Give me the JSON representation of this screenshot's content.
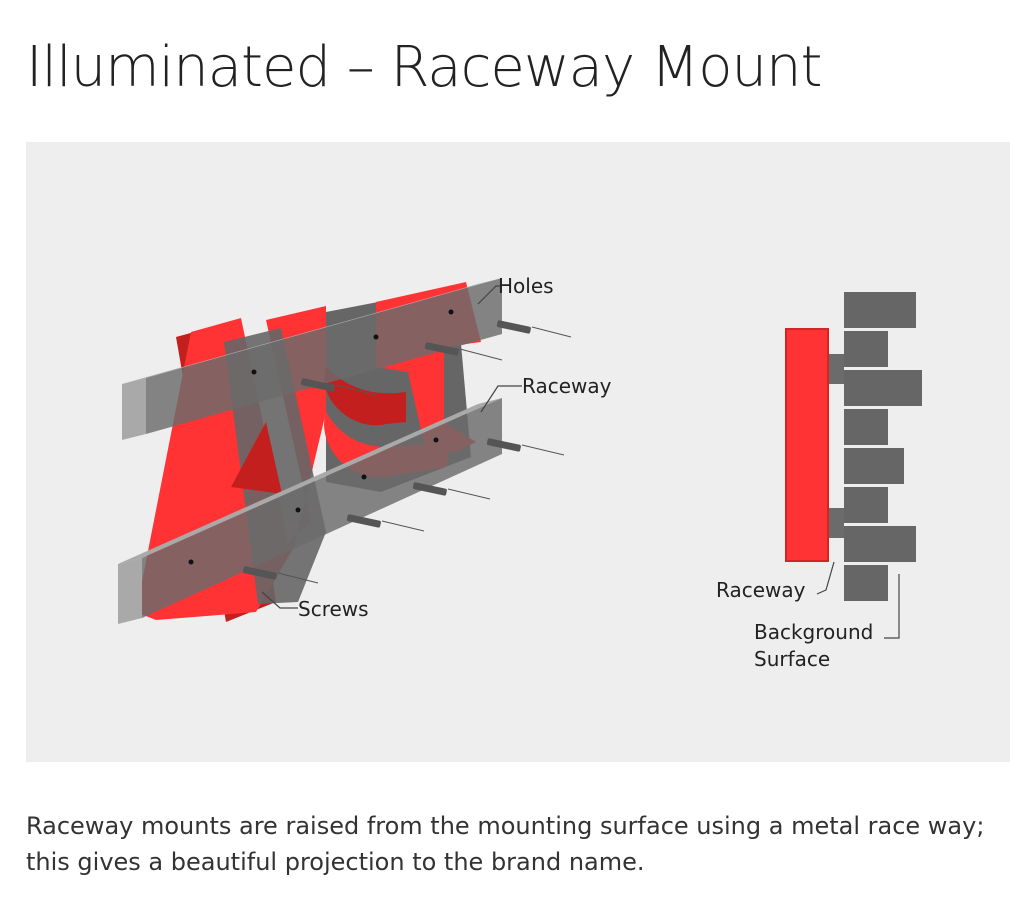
{
  "title": "Illuminated – Raceway Mount",
  "description": "Raceway mounts are raised from the mounting surface using a metal race way; this gives a beautiful projection to the brand name.",
  "diagram": {
    "panel_color": "#eeeeee",
    "letter_face_color": "#ff3333",
    "letter_shadow_color": "#c41f1f",
    "raceway_color": "#6b6b6b",
    "raceway_light_color": "#a9a9a9",
    "wall_color": "#666666",
    "labels": {
      "holes": "Holes",
      "raceway": "Raceway",
      "screws": "Screws",
      "side_raceway": "Raceway",
      "background_surface_line1": "Background",
      "background_surface_line2": "Surface"
    }
  }
}
